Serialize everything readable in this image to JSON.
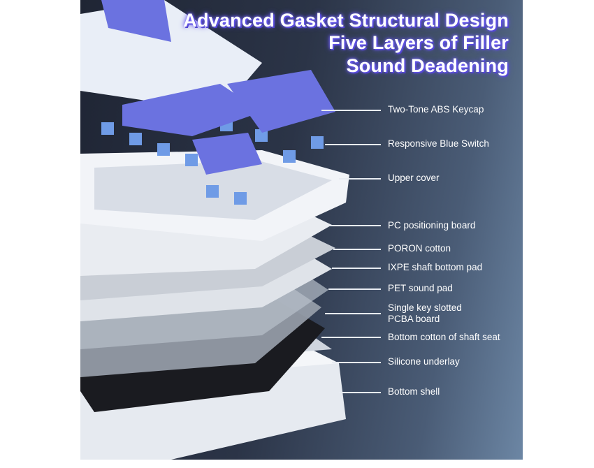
{
  "headline": {
    "line1": "Advanced  Gasket Structural Design",
    "line2": "Five Layers of Filler",
    "line3": "Sound Deadening"
  },
  "layers": [
    {
      "label": "Two-Tone ABS Keycap"
    },
    {
      "label": "Responsive Blue Switch"
    },
    {
      "label": "Upper cover"
    },
    {
      "label": "PC positioning board"
    },
    {
      "label": "PORON cotton"
    },
    {
      "label": "IXPE shaft bottom pad"
    },
    {
      "label": "PET sound pad"
    },
    {
      "label": "Single key slotted",
      "label2": "PCBA board"
    },
    {
      "label": "Bottom cotton of shaft seat"
    },
    {
      "label": "Silicone underlay"
    },
    {
      "label": "Bottom shell"
    }
  ],
  "colors": {
    "keycap_purple": "#6b72e0",
    "keycap_white": "#e9eef7",
    "background": "#2b3447",
    "title_glow": "#6a5cf0"
  }
}
